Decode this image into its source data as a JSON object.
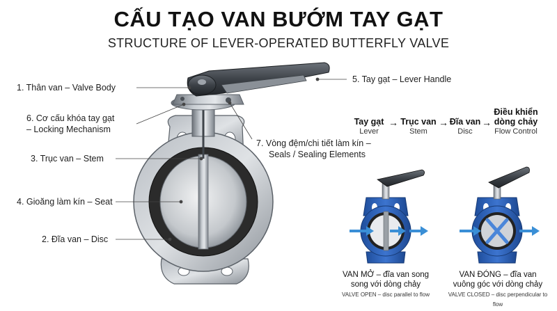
{
  "title": "CẤU TẠO VAN BƯỚM TAY GẠT",
  "subtitle": "STRUCTURE OF LEVER-OPERATED BUTTERFLY VALVE",
  "labels": {
    "body": "1. Thân van – Valve Body",
    "disc": "2. Đĩa van – Disc",
    "stem": "3. Trục van – Stem",
    "seat": "4. Gioăng làm kín – Seat",
    "handle": "5. Tay gạt – Lever Handle",
    "lock_line1": "6. Cơ cấu khóa tay gạt",
    "lock_line2": "– Locking Mechanism",
    "seals_line1": "7. Vòng đệm/chi tiết làm kín –",
    "seals_line2": "Seals / Sealing Elements"
  },
  "flow": [
    {
      "main": "Tay gạt",
      "sub": "Lever"
    },
    {
      "main": "Trục van",
      "sub": "Stem"
    },
    {
      "main": "Đĩa van",
      "sub": "Disc"
    },
    {
      "main_line1": "Điều khiển",
      "main_line2": "dòng chảy",
      "sub": "Flow Control"
    }
  ],
  "flow_arrow": "→",
  "states": {
    "open": {
      "line1": "VAN MỞ – đĩa van song",
      "line2": "song với dòng chảy",
      "en": "VALVE OPEN – disc parallel to flow"
    },
    "closed": {
      "line1": "VAN ĐÓNG – đĩa van",
      "line2": "vuông góc với dòng chảy",
      "en": "VALVE CLOSED – disc perpendicular to flow"
    }
  },
  "colors": {
    "metal": "#9ea4ab",
    "metal_dark": "#4a4f55",
    "rubber": "#2b2b2b",
    "blue_body": "#2f62b8",
    "flow_arrow": "#3a8fd6",
    "close_mark": "#4a86d9"
  }
}
